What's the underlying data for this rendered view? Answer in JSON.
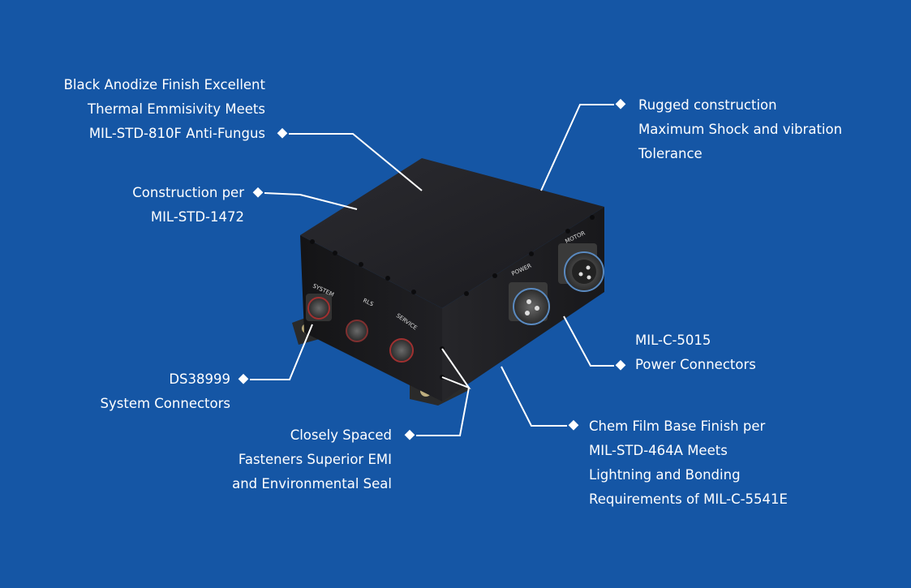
{
  "colors": {
    "background": "#1556a5",
    "line": "#ffffff",
    "enclosure": "#1e1e22"
  },
  "connector_labels": [
    "SYSTEM",
    "RLS",
    "SERVICE",
    "POWER",
    "MOTOR"
  ],
  "callouts": {
    "anodize": [
      "Black Anodize Finish Excellent",
      "Thermal Emmisivity Meets",
      "MIL-STD-810F Anti-Fungus"
    ],
    "construction": [
      "Construction per",
      "MIL-STD-1472"
    ],
    "rugged": [
      "Rugged construction",
      "Maximum Shock and vibration",
      "Tolerance"
    ],
    "power": [
      "MIL-C-5015",
      "Power Connectors"
    ],
    "chem": [
      "Chem Film Base Finish per",
      "MIL-STD-464A Meets",
      "Lightning and Bonding",
      "Requirements of MIL-C-5541E"
    ],
    "fasteners": [
      "Closely Spaced",
      "Fasteners Superior EMI",
      "and Environmental Seal"
    ],
    "system": [
      "DS38999",
      "System Connectors"
    ]
  }
}
